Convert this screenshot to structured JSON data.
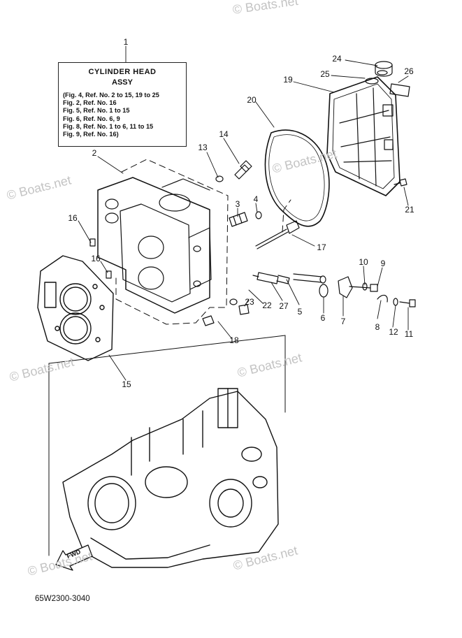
{
  "title_box": {
    "title": "CYLINDER HEAD",
    "subtitle": "ASSY",
    "refs": [
      "(Fig. 4, Ref. No. 2 to 15, 19 to 25",
      "Fig. 2, Ref. No. 16",
      "Fig. 5, Ref. No. 1 to 15",
      "Fig. 6, Ref. No. 6, 9",
      "Fig. 8, Ref. No. 1 to 6, 11 to 15",
      "Fig. 9, Ref. No. 16)"
    ]
  },
  "callouts": [
    "1",
    "2",
    "3",
    "4",
    "5",
    "6",
    "7",
    "8",
    "9",
    "10",
    "11",
    "12",
    "13",
    "14",
    "15",
    "16",
    "16",
    "17",
    "18",
    "19",
    "20",
    "21",
    "22",
    "23",
    "24",
    "25",
    "26",
    "27"
  ],
  "watermark": "© Boats.net",
  "fwd_label": "FWD",
  "part_code": "65W2300-3040",
  "colors": {
    "line": "#111111",
    "watermark": "#c4c4c4",
    "background": "#ffffff"
  }
}
